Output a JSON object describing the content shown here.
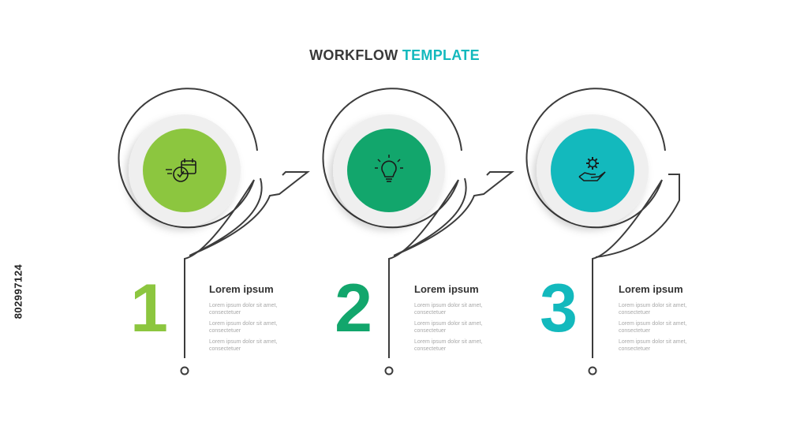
{
  "title": {
    "part1": "WORKFLOW",
    "part2": "TEMPLATE"
  },
  "side_label": "802997124",
  "colors": {
    "title_dark": "#3a3a3a",
    "title_accent": "#13b9bd",
    "outline": "#3c3c3c",
    "ring_gray": "#efefef",
    "step1": "#8cc63f",
    "step2": "#12a66c",
    "step3": "#13b9bd"
  },
  "steps": [
    {
      "number": "1",
      "icon": "calendar-clock-icon",
      "color": "#8cc63f",
      "heading": "Lorem ipsum",
      "lines": [
        "Lorem ipsum dolor sit amet, consectetuer",
        "Lorem ipsum dolor sit amet, consectetuer",
        "Lorem ipsum dolor sit amet, consectetuer"
      ]
    },
    {
      "number": "2",
      "icon": "lightbulb-icon",
      "color": "#12a66c",
      "heading": "Lorem ipsum",
      "lines": [
        "Lorem ipsum dolor sit amet, consectetuer",
        "Lorem ipsum dolor sit amet, consectetuer",
        "Lorem ipsum dolor sit amet, consectetuer"
      ]
    },
    {
      "number": "3",
      "icon": "hand-gear-icon",
      "color": "#13b9bd",
      "heading": "Lorem ipsum",
      "lines": [
        "Lorem ipsum dolor sit amet, consectetuer",
        "Lorem ipsum dolor sit amet, consectetuer",
        "Lorem ipsum dolor sit amet, consectetuer"
      ]
    }
  ]
}
